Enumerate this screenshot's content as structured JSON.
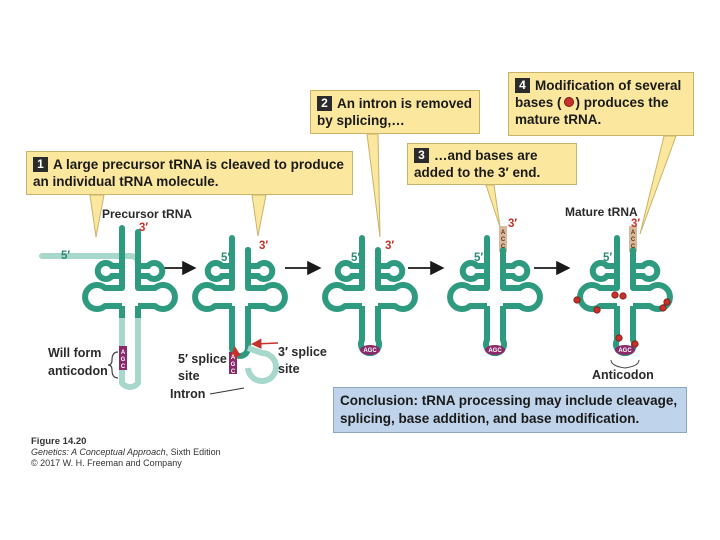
{
  "callouts": {
    "step1": {
      "num": "1",
      "text": "A large precursor tRNA is cleaved to produce an individual tRNA molecule."
    },
    "step2": {
      "num": "2",
      "text": "An intron is removed by splicing,…"
    },
    "step3": {
      "num": "3",
      "text": "…and bases are added to the 3′ end."
    },
    "step4": {
      "num": "4",
      "text_a": "Modification of several bases (",
      "text_b": ") produces the mature tRNA."
    }
  },
  "labels": {
    "precursor": "Precursor tRNA",
    "mature": "Mature tRNA",
    "will_form": "Will form",
    "anticodon_word": "anticodon",
    "splice5_a": "5′ splice",
    "splice5_b": "site",
    "splice3_a": "3′ splice",
    "splice3_b": "site",
    "intron": "Intron",
    "anticodon": "Anticodon",
    "five_prime": "5′",
    "three_prime": "3′",
    "anticodon_bases": "AGC",
    "acc_bases": "ACC"
  },
  "conclusion": "Conclusion: tRNA processing may include cleavage, splicing, base addition, and base modification.",
  "caption": {
    "figure": "Figure 14.20",
    "book": "Genetics: A Conceptual Approach",
    "edition": ", Sixth Edition",
    "copyright": "© 2017 W. H. Freeman and Company"
  },
  "colors": {
    "trna": "#2e9a80",
    "trna_light": "#a8d8cc",
    "callout_bg": "#fbe79d",
    "conclusion_bg": "#bfd3ea",
    "anticodon": "#8a2a6a",
    "modified_base": "#c6322b",
    "acc_tail": "#d9b89a"
  }
}
